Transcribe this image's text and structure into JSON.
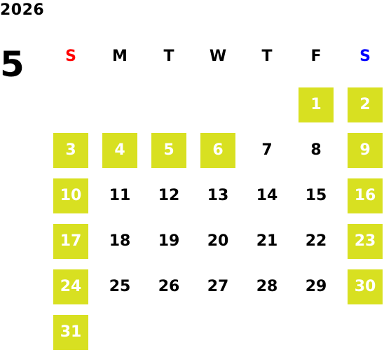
{
  "calendar": {
    "year": "2026",
    "month": "5",
    "highlight_color": "#d8e021",
    "sunday_color": "#ff0000",
    "saturday_color": "#0000ff",
    "weekdays": [
      "S",
      "M",
      "T",
      "W",
      "T",
      "F",
      "S"
    ],
    "weeks": [
      [
        null,
        null,
        null,
        null,
        null,
        {
          "day": "1",
          "highlight": true
        },
        {
          "day": "2",
          "highlight": true
        }
      ],
      [
        {
          "day": "3",
          "highlight": true
        },
        {
          "day": "4",
          "highlight": true
        },
        {
          "day": "5",
          "highlight": true
        },
        {
          "day": "6",
          "highlight": true
        },
        {
          "day": "7",
          "highlight": false
        },
        {
          "day": "8",
          "highlight": false
        },
        {
          "day": "9",
          "highlight": true
        }
      ],
      [
        {
          "day": "10",
          "highlight": true
        },
        {
          "day": "11",
          "highlight": false
        },
        {
          "day": "12",
          "highlight": false
        },
        {
          "day": "13",
          "highlight": false
        },
        {
          "day": "14",
          "highlight": false
        },
        {
          "day": "15",
          "highlight": false
        },
        {
          "day": "16",
          "highlight": true
        }
      ],
      [
        {
          "day": "17",
          "highlight": true
        },
        {
          "day": "18",
          "highlight": false
        },
        {
          "day": "19",
          "highlight": false
        },
        {
          "day": "20",
          "highlight": false
        },
        {
          "day": "21",
          "highlight": false
        },
        {
          "day": "22",
          "highlight": false
        },
        {
          "day": "23",
          "highlight": true
        }
      ],
      [
        {
          "day": "24",
          "highlight": true
        },
        {
          "day": "25",
          "highlight": false
        },
        {
          "day": "26",
          "highlight": false
        },
        {
          "day": "27",
          "highlight": false
        },
        {
          "day": "28",
          "highlight": false
        },
        {
          "day": "29",
          "highlight": false
        },
        {
          "day": "30",
          "highlight": true
        }
      ],
      [
        {
          "day": "31",
          "highlight": true
        },
        null,
        null,
        null,
        null,
        null,
        null
      ]
    ]
  }
}
